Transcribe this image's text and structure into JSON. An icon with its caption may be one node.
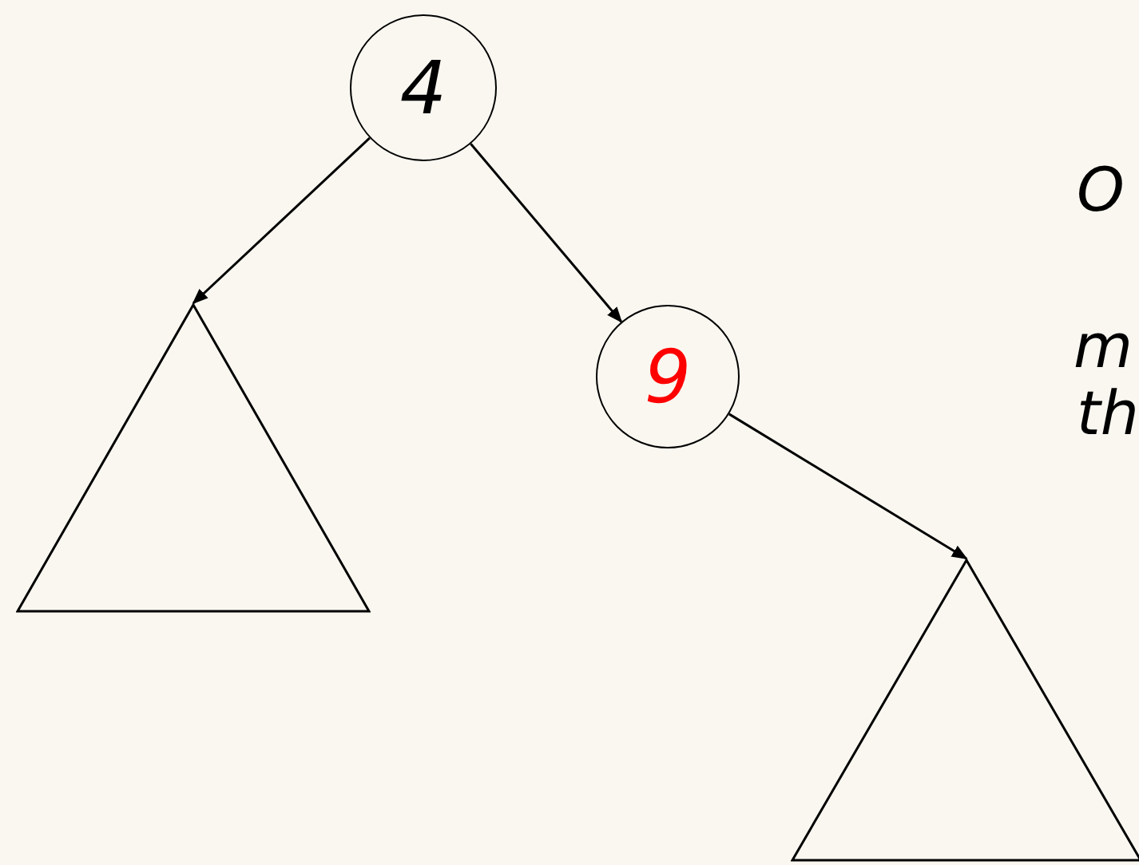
{
  "diagram": {
    "nodes": [
      {
        "text": [
          "4"
        ]
      },
      {
        "text": [],
        "shape": "triangle"
      },
      {
        "text": [
          "9"
        ]
      },
      {
        "text": [],
        "shape": "triangle"
      }
    ],
    "edges": [
      {
        "from": 0,
        "to": 1,
        "arrow": "to"
      },
      {
        "from": 0,
        "to": 2,
        "arrow": "to"
      },
      {
        "from": 2,
        "to": 3,
        "arrow": "to"
      }
    ],
    "labels": [
      "O",
      "m",
      "th"
    ]
  }
}
